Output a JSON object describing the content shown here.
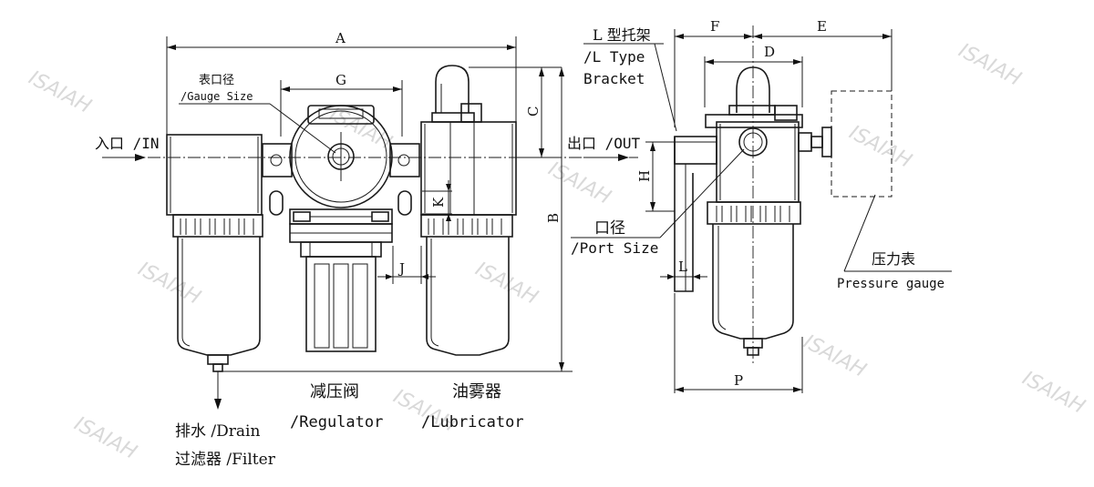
{
  "title": "",
  "colors": {
    "line": "#1a1a1a",
    "background": "#ffffff",
    "watermark": "#d9d9d9"
  },
  "dimensions": {
    "A": "A",
    "B": "B",
    "C": "C",
    "D": "D",
    "E": "E",
    "F": "F",
    "G": "G",
    "H": "H",
    "J": "J",
    "K": "K",
    "L": "L",
    "P": "P"
  },
  "labels": {
    "gauge_size_cn": "表口径",
    "gauge_size_en": "/Gauge Size",
    "inlet": "入口 /IN",
    "drain": "排水 /Drain",
    "filter": "过滤器 /Filter",
    "regulator_cn": "减压阀",
    "regulator_en": "/Regulator",
    "lubricator_cn": "油雾器",
    "lubricator_en": "/Lubricator",
    "bracket_cn": "L 型托架",
    "bracket_en1": "/L Type",
    "bracket_en2": "Bracket",
    "outlet": "出口 /OUT",
    "port_size_cn": "口径",
    "port_size_en": "/Port Size",
    "pressure_gauge_cn": "压力表",
    "pressure_gauge_en": "Pressure gauge"
  },
  "watermark": "ISAIAH"
}
